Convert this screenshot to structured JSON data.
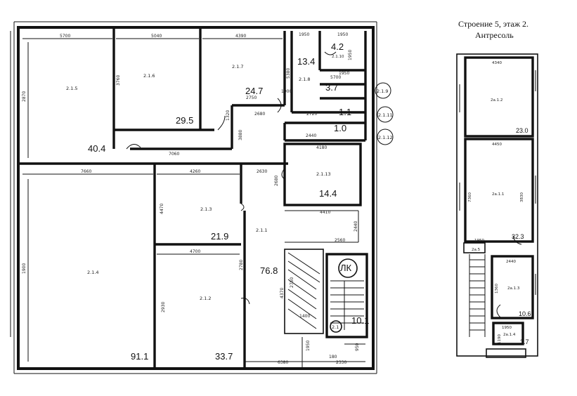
{
  "title": {
    "line1": "Строение 5, этаж 2.",
    "line2": "Антресоль"
  },
  "main_plan": {
    "rooms": [
      {
        "label": "2.1.5",
        "area": "40.4"
      },
      {
        "label": "2.1.6",
        "area": "29.5"
      },
      {
        "label": "2.1.7",
        "area": "24.7"
      },
      {
        "label": "2.1.8",
        "area": "13.4"
      },
      {
        "label": "2.1.10",
        "area": "4.2"
      },
      {
        "area": "3.7"
      },
      {
        "area": "1.1"
      },
      {
        "area": "1.0"
      },
      {
        "label": "2.1.13",
        "area": "14.4"
      },
      {
        "label": "2.1.3",
        "area": "21.9"
      },
      {
        "label": "2.1.4",
        "area": "91.1"
      },
      {
        "label": "2.1.2",
        "area": "33.7"
      },
      {
        "label": "2.1.1",
        "area": "76.8"
      },
      {
        "area": "10.1"
      }
    ],
    "callouts": [
      "2.1.9",
      "2.1.11",
      "2.1.12"
    ],
    "stair_label": "ЛК",
    "stair_room": "2.1",
    "dims": {
      "d5700": "5700",
      "d5040": "5040",
      "d4390": "4390",
      "d1950a": "1950",
      "d1950b": "1950",
      "d2870": "2870",
      "d3760": "3760",
      "d5380": "5380",
      "d2750": "2750",
      "d2680": "2680",
      "d2720": "2720",
      "d1950c": "1950",
      "d1320": "1320",
      "d2440": "2440",
      "d7060": "7060",
      "d4180": "4180",
      "d7660": "7660",
      "d4260": "4260",
      "d2630": "2630",
      "d4410": "4410",
      "d4470": "4470",
      "d2560": "2560",
      "d2440b": "2440",
      "d4700": "4700",
      "d1900": "1900",
      "d2930": "2930",
      "d4370": "4370",
      "d2750b": "2750",
      "d1400": "1400",
      "d2780": "2780",
      "d6380": "6380",
      "d2330": "2330",
      "d1950d": "1950",
      "d950": "950",
      "d1900b": "1900",
      "d180": "180",
      "d5700b": "5700",
      "d1950e": "1950",
      "d2680b": "2680",
      "d3880": "3880"
    }
  },
  "mezzanine": {
    "rooms": [
      {
        "label": "2а.1.2",
        "area": "23.0"
      },
      {
        "label": "2а.1.1",
        "area": "32.3"
      },
      {
        "label": "2а.1.3",
        "area": "10.6"
      },
      {
        "label": "2а.1.4",
        "area": "3.7"
      },
      {
        "label": "2а.5"
      }
    ],
    "dims": {
      "m1": "4340",
      "m2": "4450",
      "m3": "7360",
      "m4": "3830",
      "m5": "2440",
      "m6": "1360",
      "m7": "1950",
      "m8": "1950",
      "m9": "1190"
    }
  }
}
